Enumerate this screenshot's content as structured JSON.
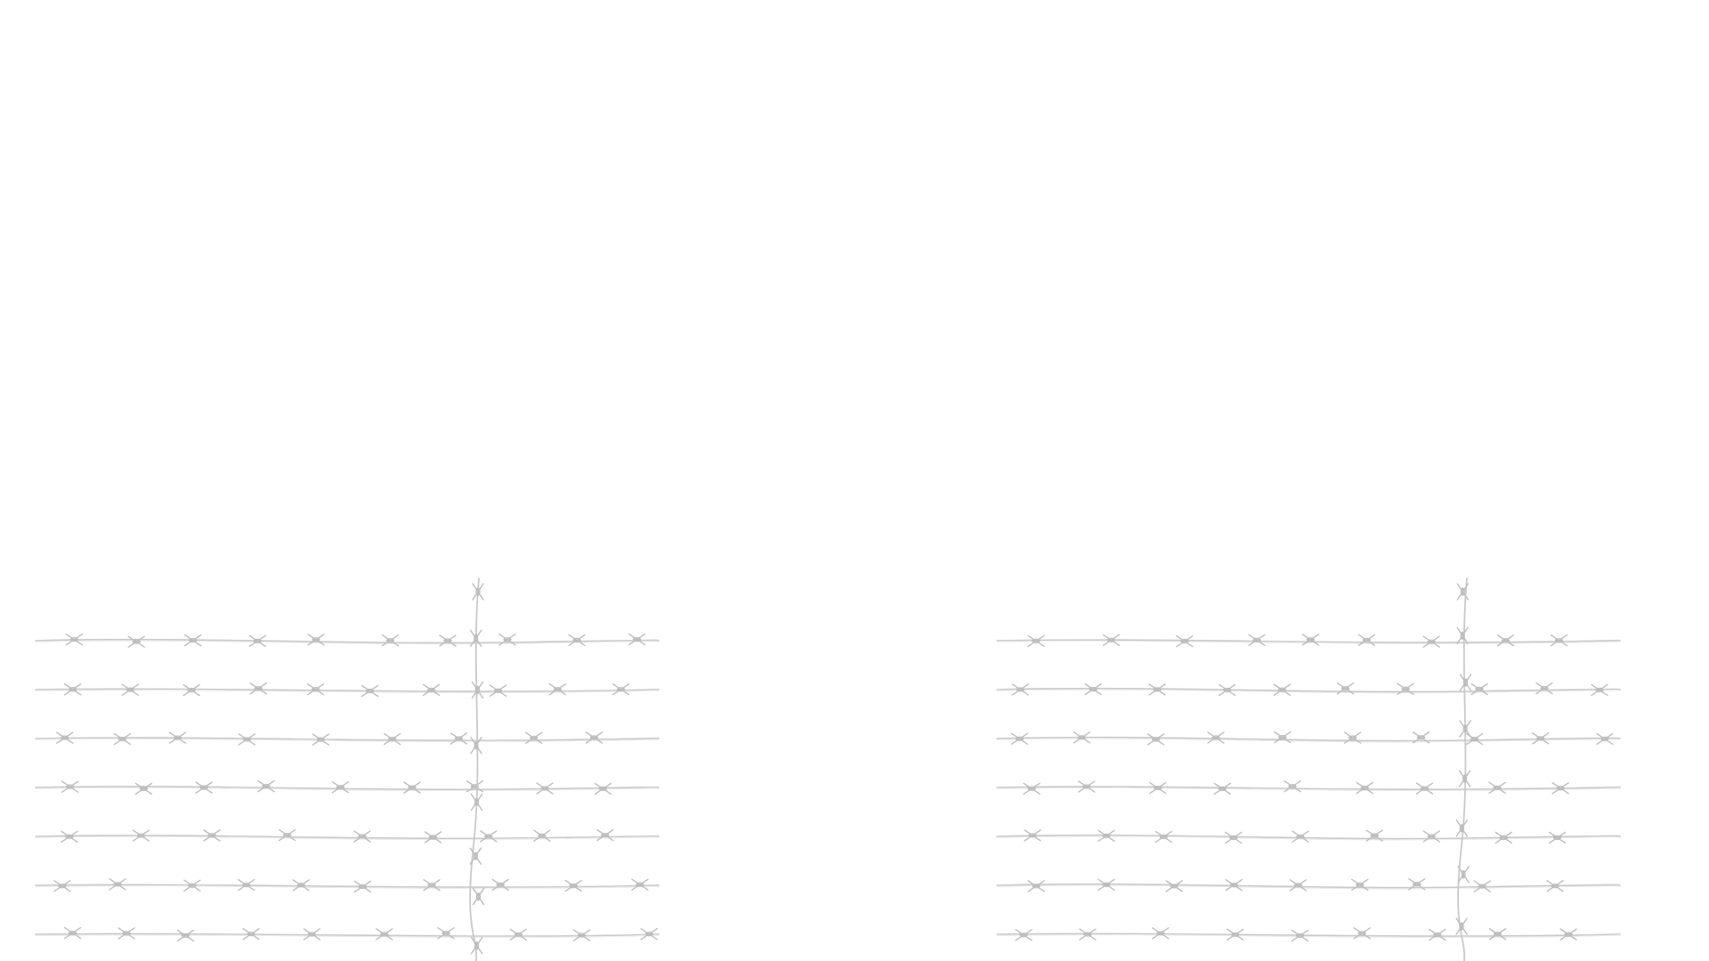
{
  "scene": {
    "background_color": "#ffffff",
    "wire_color": "#c9c9c9",
    "barb_color": "#bdbdbd",
    "fences": [
      {
        "id": "left",
        "horizontal_strands": 7,
        "vertical_strands": 1
      },
      {
        "id": "right",
        "horizontal_strands": 7,
        "vertical_strands": 1
      }
    ]
  }
}
